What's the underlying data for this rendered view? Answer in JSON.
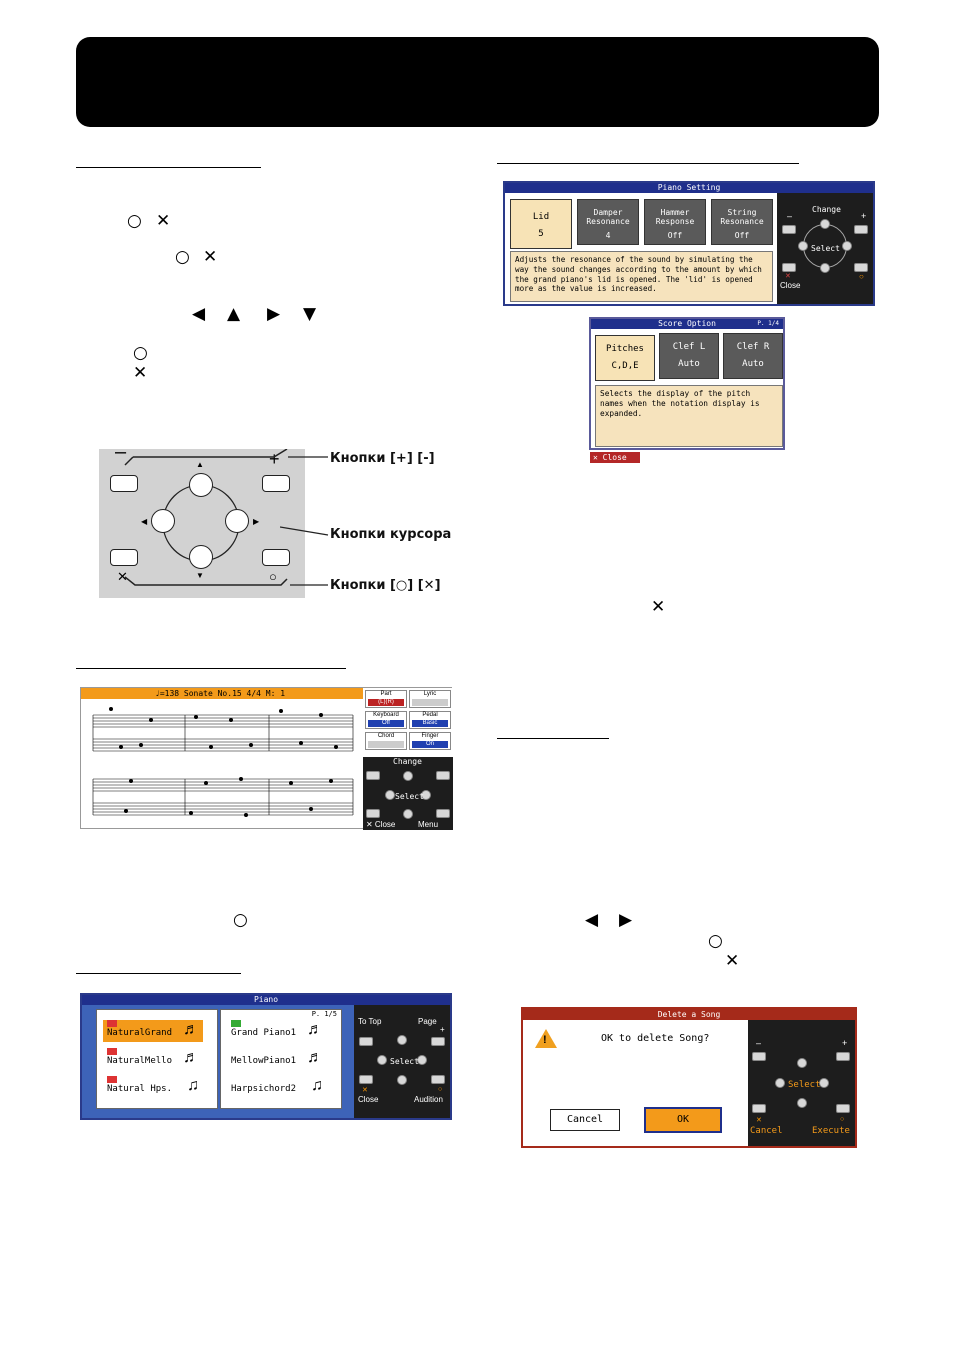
{
  "header": {
    "color": "#000000"
  },
  "left_text": {
    "symbols_line1": [
      "○",
      "✕"
    ],
    "symbols_line2": [
      "○",
      "✕"
    ],
    "cursor_arrows": [
      "◀",
      "▲",
      "▶",
      "▼"
    ],
    "circle_line": "○",
    "cross_line": "✕"
  },
  "panel_diagram": {
    "minus": "–",
    "plus": "+",
    "cross": "✕",
    "circle": "○",
    "arrows": [
      "▲",
      "◀",
      "▶",
      "▼"
    ],
    "callout_plusminus": "Кнопки [+] [-]",
    "callout_cursor": "Кнопки курсора",
    "callout_ox": "Кнопки [○] [✕]"
  },
  "piano_setting": {
    "title": "Piano Setting",
    "tabs": [
      {
        "label": "Lid",
        "value": "5"
      },
      {
        "label": "Damper Resonance",
        "value": "4"
      },
      {
        "label": "Hammer Response",
        "value": "Off"
      },
      {
        "label": "String Resonance",
        "value": "Off"
      }
    ],
    "description": "Adjusts the resonance of the sound by simulating the way the sound changes according to the amount by which the grand piano's lid is opened. The 'lid' is opened more as the value is increased.",
    "change": "Change",
    "minus": "–",
    "plus": "+",
    "select": "Select",
    "cross": "✕",
    "close": "Close",
    "circle": "○"
  },
  "score_option": {
    "title": "Score Option",
    "page": "P. 1/4",
    "tabs": [
      {
        "label": "Pitches",
        "value": "C,D,E"
      },
      {
        "label": "Clef L",
        "value": "Auto"
      },
      {
        "label": "Clef R",
        "value": "Auto"
      }
    ],
    "description": "Selects the display of the pitch names when the notation display is expanded.",
    "close": "✕ Close"
  },
  "right_text": {
    "cross": "✕",
    "arrows": [
      "◀",
      "▶"
    ],
    "circle": "○",
    "cross2": "✕"
  },
  "notation": {
    "header": "♩=138 Sonate No.15  4/4  M:  1",
    "cells": [
      {
        "label": "Part",
        "value": "(L)(R)"
      },
      {
        "label": "Lyric",
        "value": ""
      },
      {
        "label": "Keyboard",
        "value": "Off"
      },
      {
        "label": "Pedal",
        "value": "Basic"
      },
      {
        "label": "Chord",
        "value": ""
      },
      {
        "label": "Finger",
        "value": "On"
      }
    ],
    "change": "Change",
    "select": "Select",
    "close": "✕ Close",
    "menu": "Menu"
  },
  "left_circle": "○",
  "piano_tones": {
    "title": "Piano",
    "page": "P. 1/5",
    "left": [
      "NaturalGrand",
      "NaturalMello",
      "Natural Hps."
    ],
    "right": [
      "Grand Piano1",
      "MellowPiano1",
      "Harpsichord2"
    ],
    "to_top": "To Top",
    "page_btn": "Page",
    "plus": "+",
    "select": "Select",
    "close": "Close",
    "audition": "Audition",
    "cross": "✕",
    "circle": "○"
  },
  "delete_song": {
    "title": "Delete a Song",
    "message": "OK to delete Song?",
    "cancel_btn": "Cancel",
    "ok_btn": "OK",
    "select": "Select",
    "cancel": "Cancel",
    "execute": "Execute",
    "minus": "–",
    "plus": "+",
    "cross": "✕",
    "circle": "○"
  }
}
